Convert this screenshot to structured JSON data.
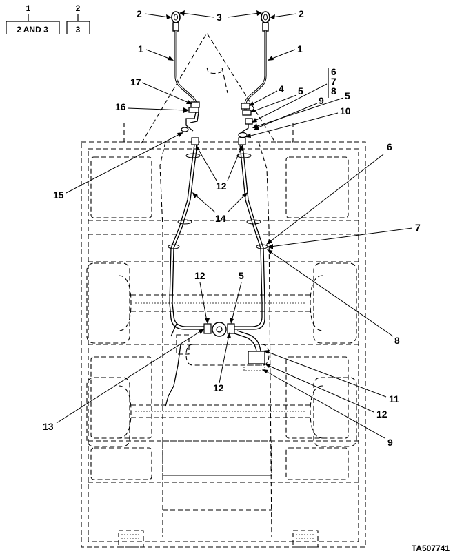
{
  "legend": {
    "group1": {
      "number": "1",
      "items": "2 AND 3"
    },
    "group2": {
      "number": "2",
      "items": "3"
    }
  },
  "callouts": {
    "c2_left": "2",
    "c3_top": "3",
    "c2_right": "2",
    "c1_left": "1",
    "c1_right": "1",
    "c17": "17",
    "c16": "16",
    "c4": "4",
    "c5_a": "5",
    "c5_b": "5",
    "c6_stack": "6",
    "c7_stack": "7",
    "c8_stack": "8",
    "c9_top": "9",
    "c10": "10",
    "c15": "15",
    "c12_top": "12",
    "c14": "14",
    "c6_right": "6",
    "c7_right": "7",
    "c8_right": "8",
    "c12_mid": "12",
    "c5_mid": "5",
    "c12_low": "12",
    "c13": "13",
    "c11": "11",
    "c12_right": "12",
    "c9_bottom": "9"
  },
  "figure_id": "TA507741"
}
